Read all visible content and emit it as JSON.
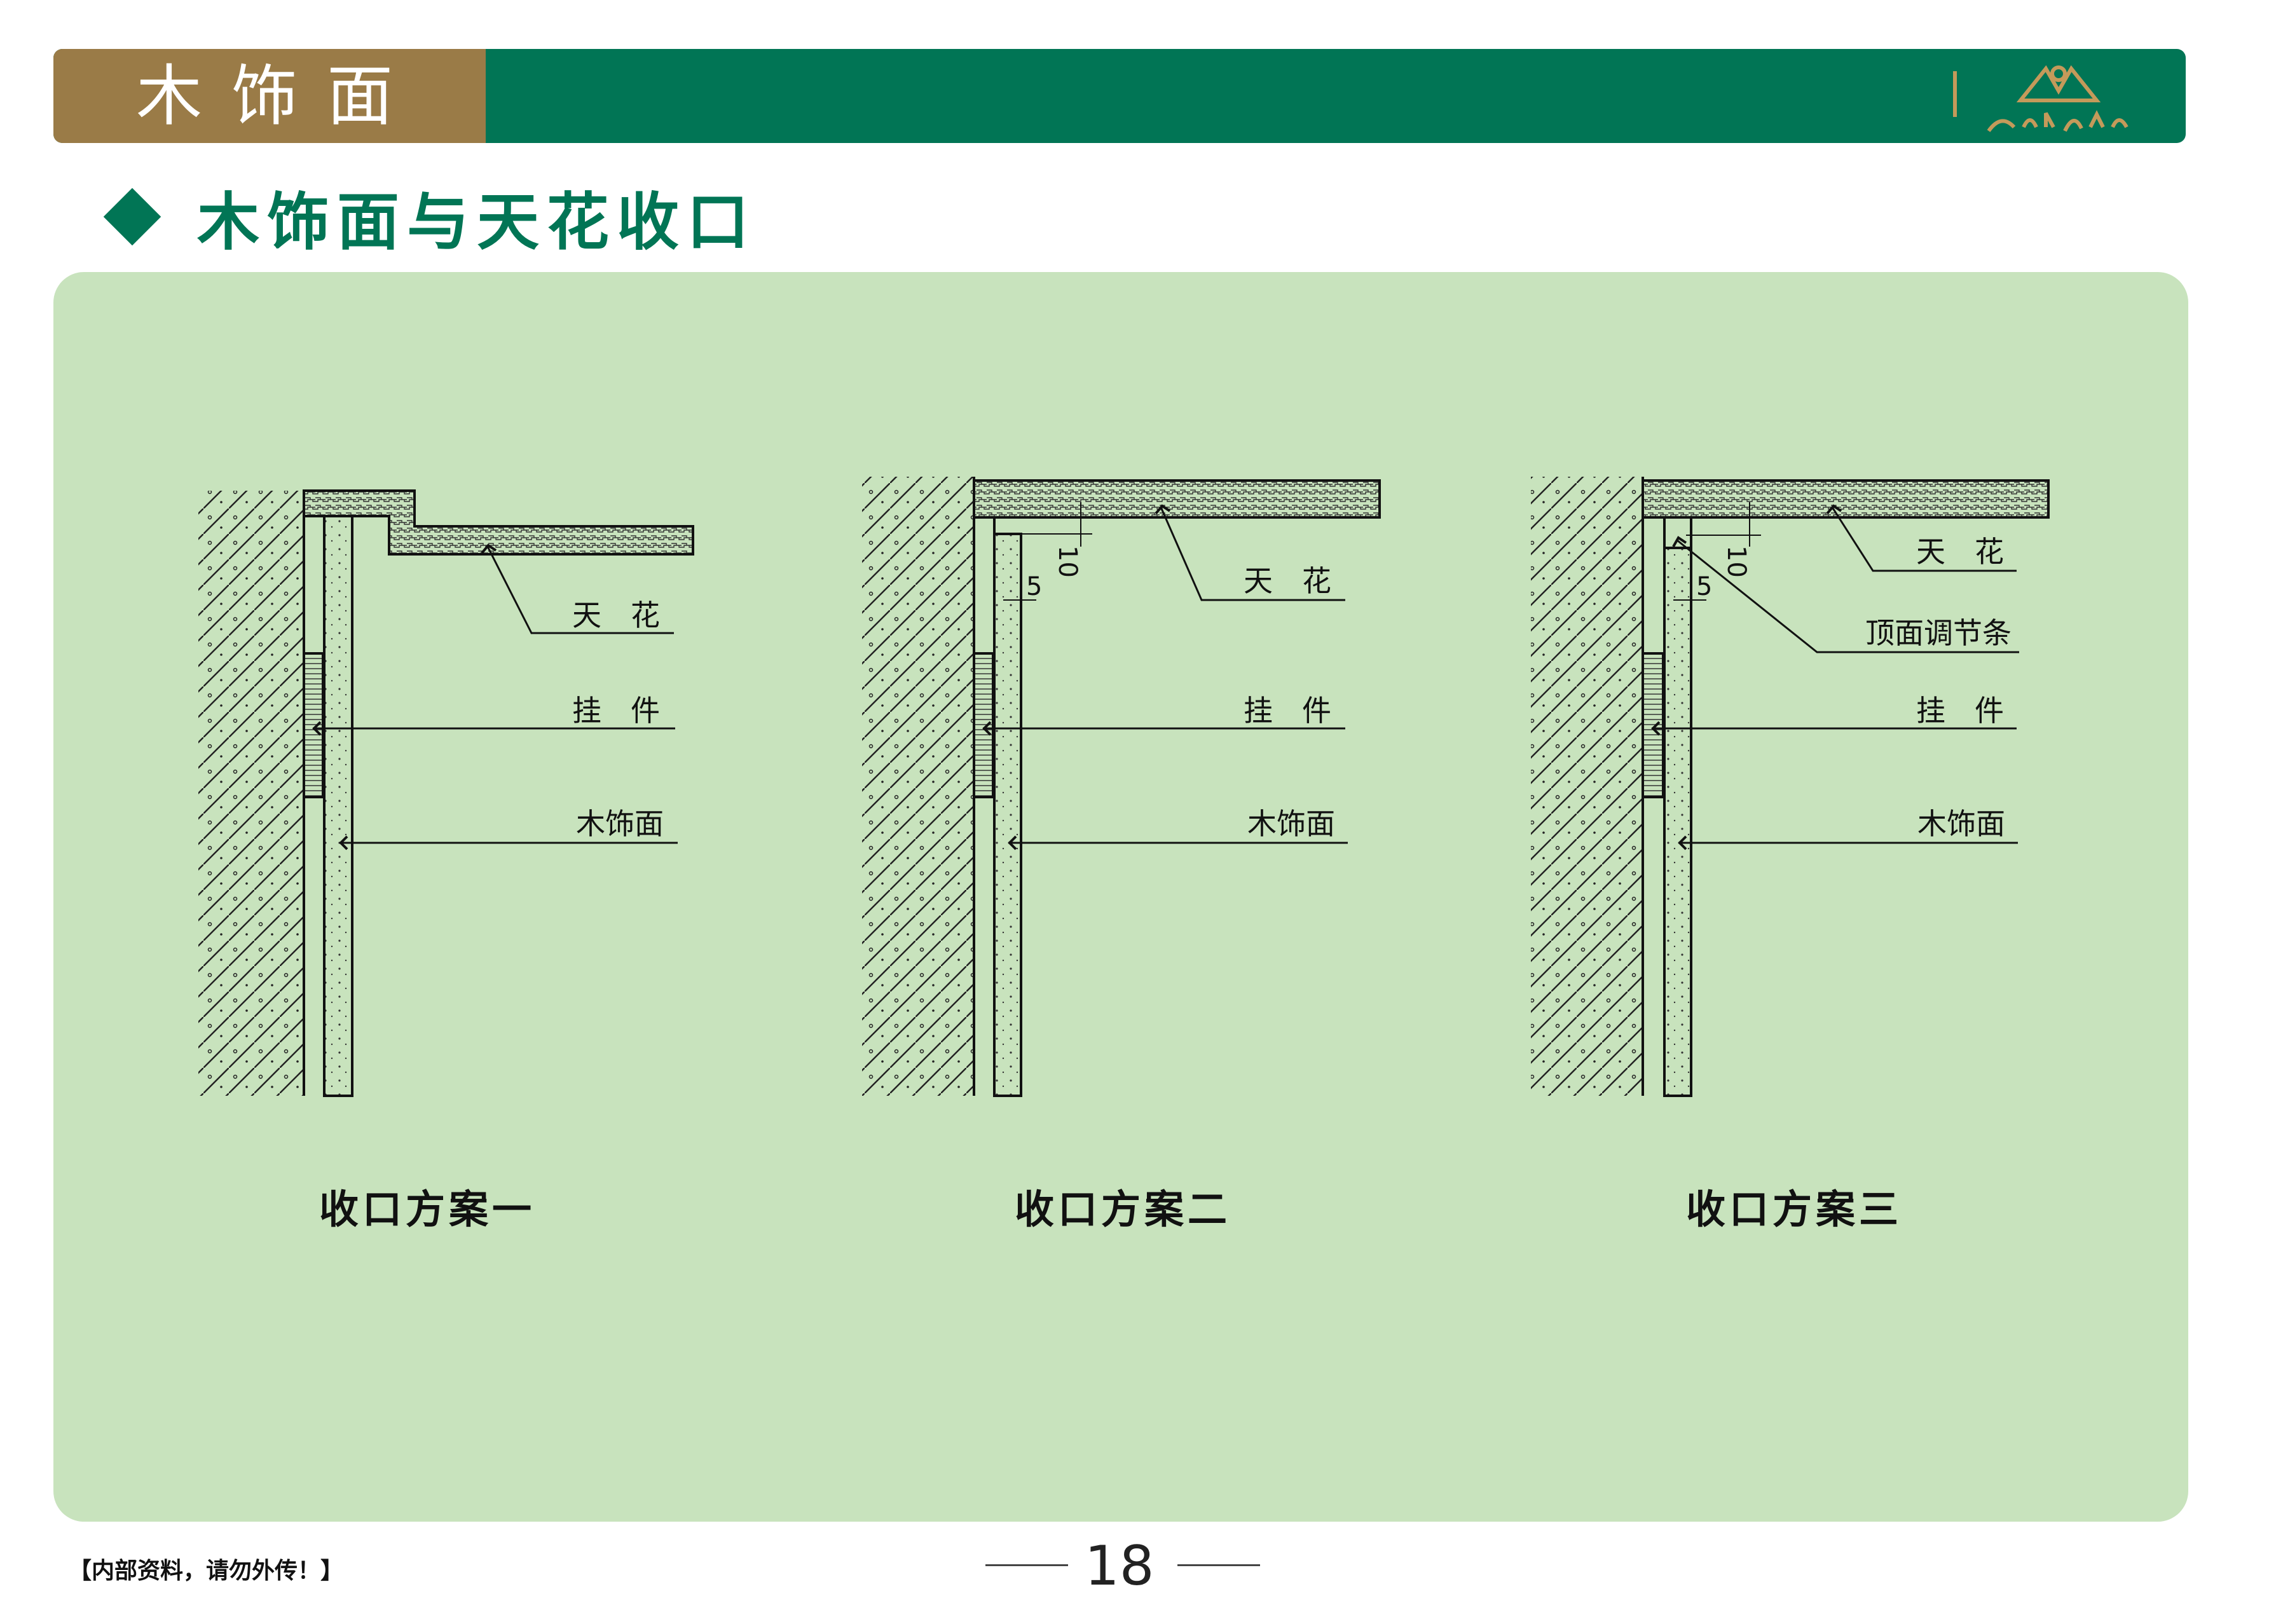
{
  "header": {
    "title": "木饰面",
    "logo_icon": "gold-mantis-logo-icon",
    "brand_color": "#017555",
    "tab_color": "#9a7b47"
  },
  "section": {
    "title": "木饰面与天花收口"
  },
  "drawings": [
    {
      "caption": "收口方案一",
      "labels": {
        "ceiling": "天　花",
        "hanger": "挂　件",
        "veneer": "木饰面"
      }
    },
    {
      "caption": "收口方案二",
      "labels": {
        "ceiling": "天　花",
        "hanger": "挂　件",
        "veneer": "木饰面"
      },
      "dims": {
        "gap": "5",
        "offset": "10"
      }
    },
    {
      "caption": "收口方案三",
      "labels": {
        "ceiling": "天　花",
        "strip": "顶面调节条",
        "hanger": "挂　件",
        "veneer": "木饰面"
      },
      "dims": {
        "gap": "5",
        "offset": "10"
      }
    }
  ],
  "footer": {
    "note": "【内部资料，请勿外传！】",
    "page": "18"
  },
  "colors": {
    "panel": "#c8e3bd",
    "accent": "#017555"
  }
}
